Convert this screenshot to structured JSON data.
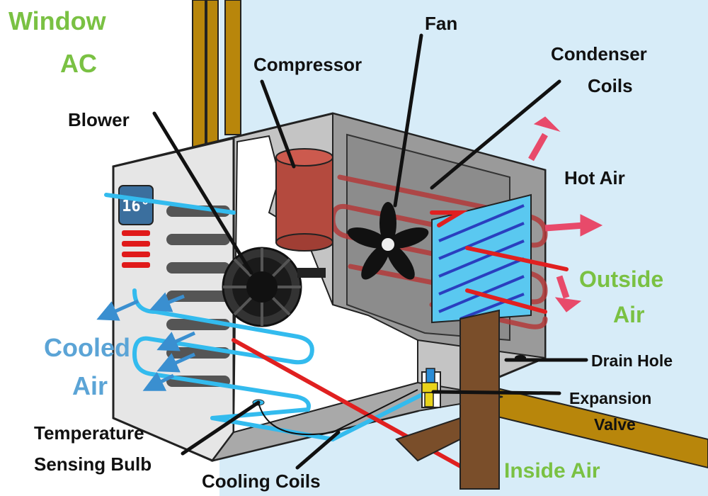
{
  "title": {
    "line1": "Window",
    "line2": "AC"
  },
  "display": {
    "reading": "16°"
  },
  "labels": {
    "fan": "Fan",
    "compressor": "Compressor",
    "condenser_line1": "Condenser",
    "condenser_line2": "Coils",
    "blower": "Blower",
    "hot_air": "Hot Air",
    "outside_line1": "Outside",
    "outside_line2": "Air",
    "cooled_line1": "Cooled",
    "cooled_line2": "Air",
    "drain_hole": "Drain Hole",
    "expansion_line1": "Expansion",
    "expansion_line2": "Valve",
    "sensing_line1": "Temperature",
    "sensing_line2": "Sensing Bulb",
    "cooling_coils": "Cooling Coils",
    "inside_air": "Inside Air"
  },
  "colors": {
    "title_green": "#7ac143",
    "cooled_blue": "#5ba4d6",
    "hot_arrow": "#e84a6a",
    "wall_gold": "#b8860b",
    "sky": "#d7ecf8",
    "refrigerant_red": "#e02020",
    "refrigerant_blue": "#33bbee"
  }
}
